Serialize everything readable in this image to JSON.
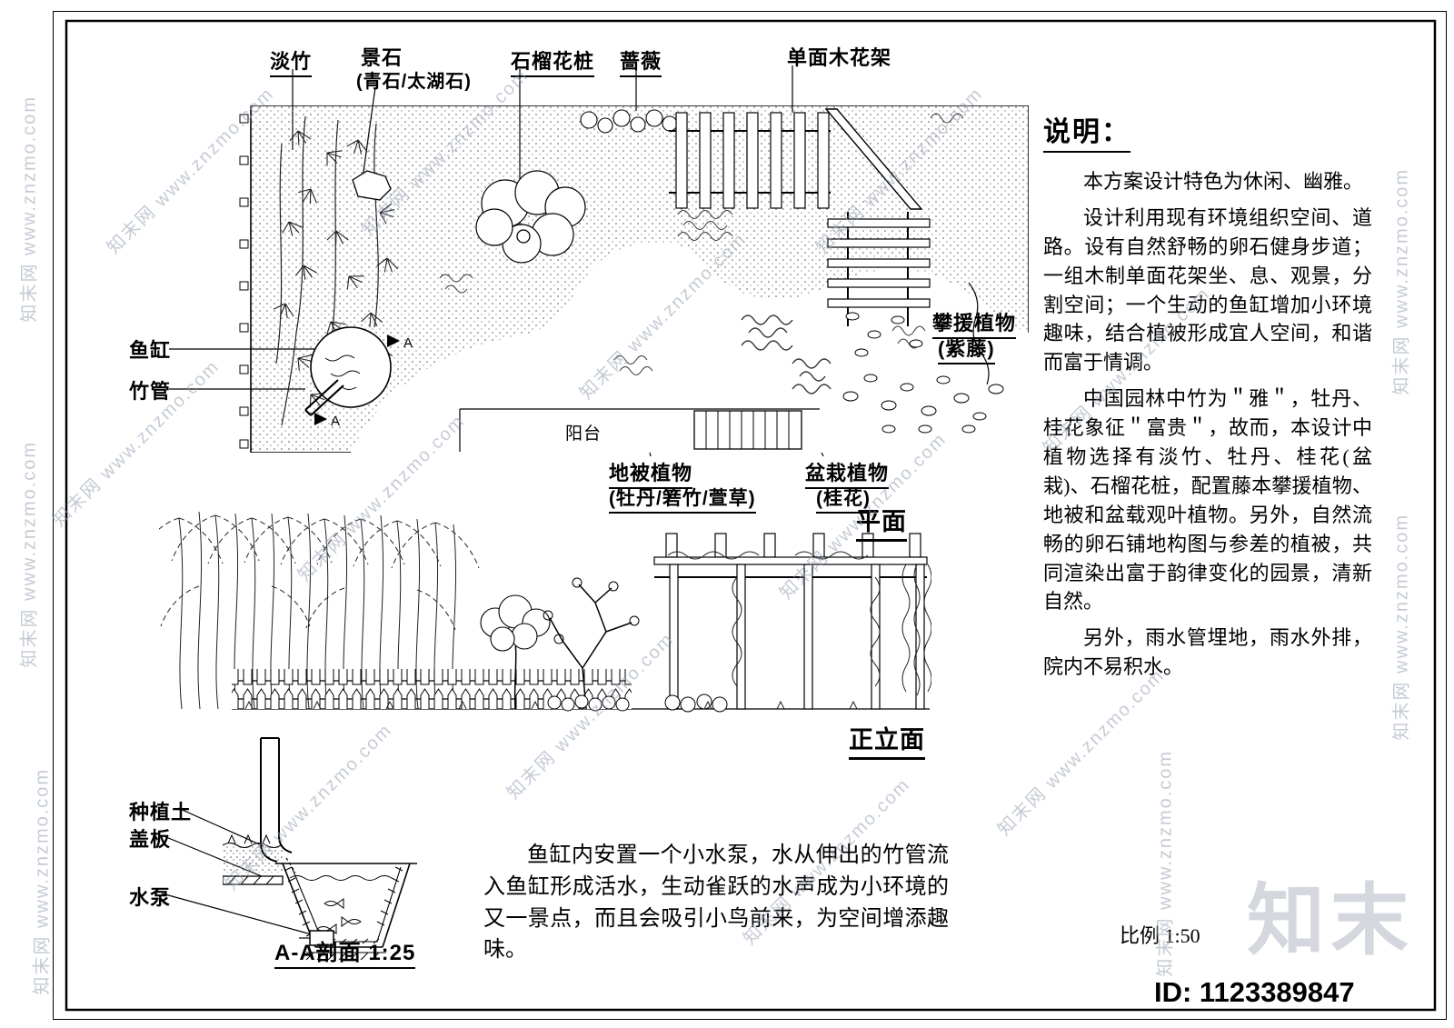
{
  "watermark": {
    "text": "知末网 www.znzmo.com",
    "logo": "知末"
  },
  "id_label": "ID: 1123389847",
  "scale_label": "比例 1:50",
  "plan": {
    "title": "平面",
    "marker": "A",
    "labels": {
      "danzhu": "淡竹",
      "jingshi": "景石",
      "jingshi_sub": "(青石/太湖石)",
      "shiliu": "石榴花桩",
      "qiangwei": "蔷薇",
      "huajia": "单面木花架",
      "panyuan": "攀援植物",
      "panyuan_sub": "(紫藤)",
      "yugang": "鱼缸",
      "zhuguan": "竹管",
      "yangtai": "阳台",
      "dibei": "地被植物",
      "dibei_sub": "(牡丹/箬竹/萱草)",
      "penzai": "盆栽植物",
      "penzai_sub": "(桂花)"
    }
  },
  "elevation": {
    "title": "正立面"
  },
  "section": {
    "title": "A-A剖面  1:25",
    "labels": {
      "zhongzhitu": "种植土",
      "gaiban": "盖板",
      "shuibeng": "水泵"
    }
  },
  "notes": {
    "title": "说明：",
    "p1": "本方案设计特色为休闲、幽雅。",
    "p2": "设计利用现有环境组织空间、道路。设有自然舒畅的卵石健身步道；一组木制单面花架坐、息、观景，分割空间；一个生动的鱼缸增加小环境趣味，结合植被形成宜人空间，和谐而富于情调。",
    "p3": "中国园林中竹为＂雅＂，牡丹、桂花象征＂富贵＂，故而，本设计中植物选择有淡竹、牡丹、桂花(盆栽)、石榴花桩，配置藤本攀援植物、地被和盆载观叶植物。另外，自然流畅的卵石铺地构图与参差的植被，共同渲染出富于韵律变化的园景，清新自然。",
    "p4": "另外，雨水管埋地，雨水外排，院内不易积水。"
  },
  "caption": "鱼缸内安置一个小水泵，水从伸出的竹管流入鱼缸形成活水，生动雀跃的水声成为小环境的又一景点，而且会吸引小鸟前来，为空间增添趣味。"
}
